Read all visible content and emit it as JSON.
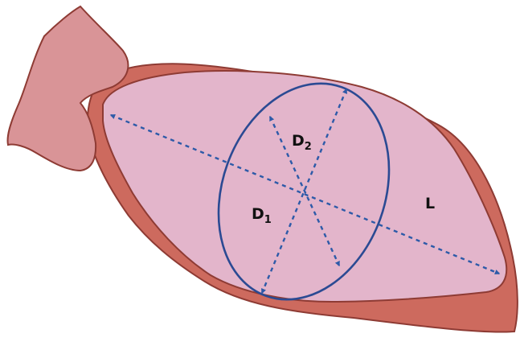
{
  "labels": {
    "length": "L",
    "d1": {
      "base": "D",
      "sub": "1"
    },
    "d2": {
      "base": "D",
      "sub": "2"
    }
  },
  "colors": {
    "outer_wall": "#CD6A5E",
    "outer_stroke": "#8E3B34",
    "cavity": "#E3B5CB",
    "cavity_stroke": "#8E3B34",
    "atrium": "#D99497",
    "atrium_stroke": "#8E3B34",
    "ellipse_stroke": "#2B4A93",
    "arrow": "#2D5AA8"
  }
}
